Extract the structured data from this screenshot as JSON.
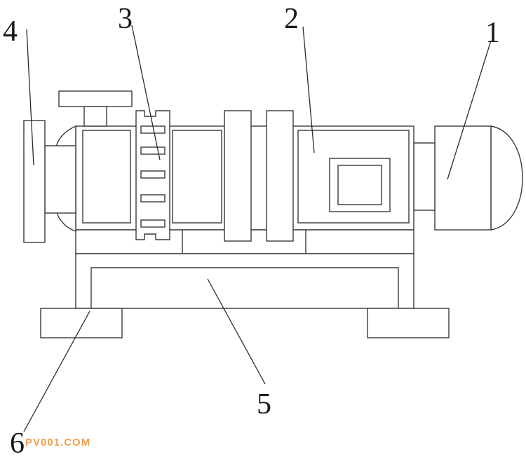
{
  "labels": {
    "l1": "1",
    "l2": "2",
    "l3": "3",
    "l4": "4",
    "l5": "5",
    "l6": "6"
  },
  "watermark": {
    "text": "PV001.COM",
    "color": "#f0a050"
  }
}
